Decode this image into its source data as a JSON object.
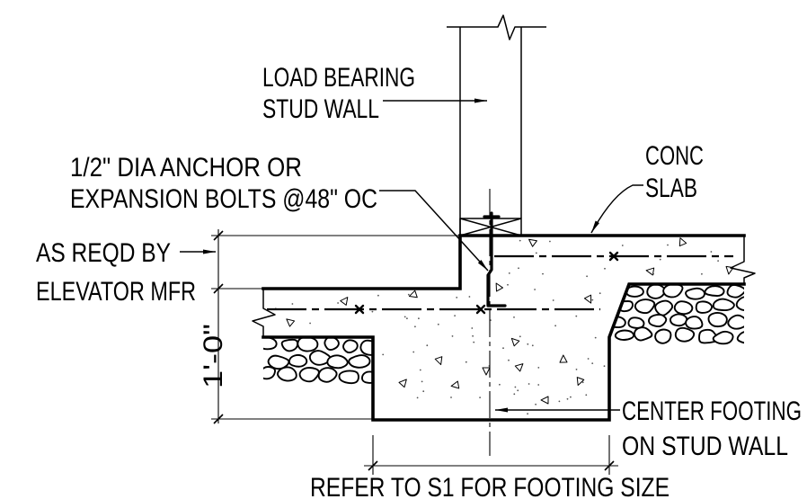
{
  "colors": {
    "ink": "#000000",
    "paper": "#ffffff"
  },
  "labels": {
    "stud_wall": {
      "line1": "LOAD BEARING",
      "line2": "STUD WALL"
    },
    "anchor": {
      "line1": "1/2\" DIA ANCHOR OR",
      "line2": "EXPANSION BOLTS @48\" OC"
    },
    "slab": {
      "line1": "CONC",
      "line2": "SLAB"
    },
    "elevator": {
      "line1": "AS REQD BY",
      "line2": "ELEVATOR MFR"
    },
    "depth_dimension": "1'-0\"",
    "center_footing": {
      "line1": "CENTER FOOTING",
      "line2": "ON STUD WALL"
    },
    "footing_width": "REFER TO S1 FOR FOOTING SIZE"
  }
}
